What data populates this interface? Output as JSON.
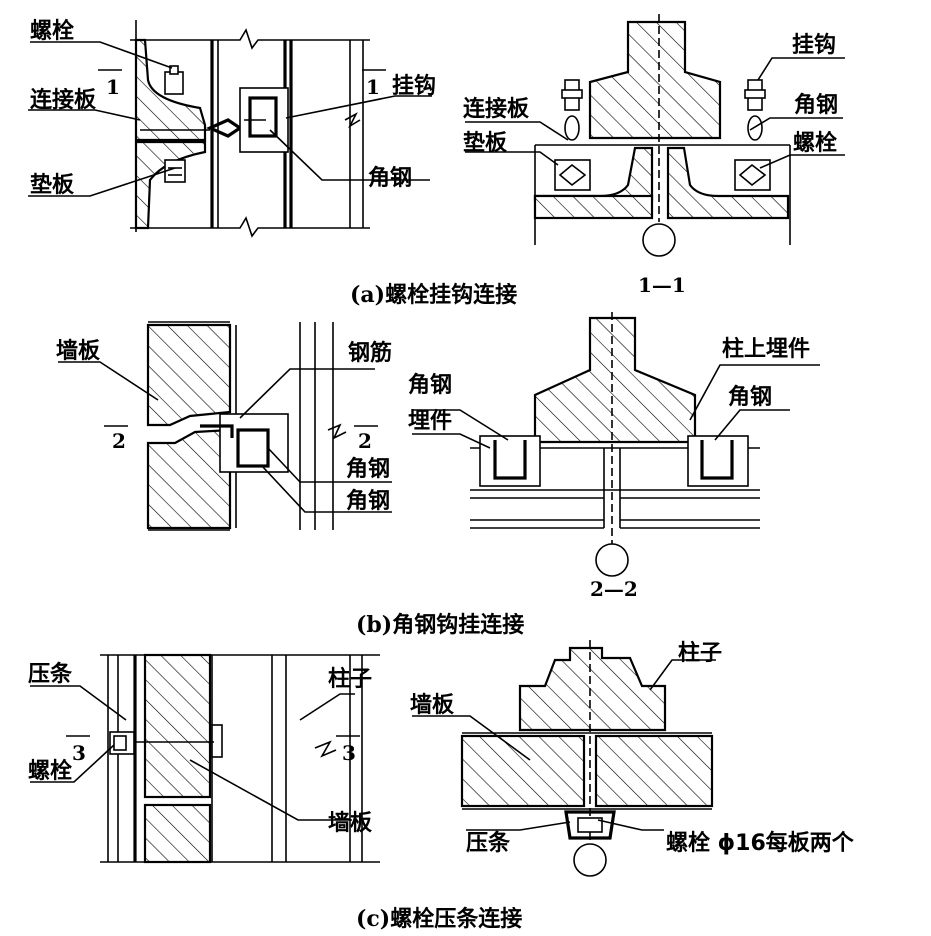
{
  "panel_a": {
    "left": {
      "bolt": "螺栓",
      "connecting_plate": "连接板",
      "pad_plate": "垫板",
      "hook": "挂钩",
      "angle_steel": "角钢",
      "section_mark": "1"
    },
    "right": {
      "hook": "挂钩",
      "connecting_plate": "连接板",
      "angle_steel": "角钢",
      "pad_plate": "垫板",
      "bolt": "螺栓",
      "section_title": "1—1"
    },
    "caption": "(a)螺栓挂钩连接"
  },
  "panel_b": {
    "left": {
      "wall_panel": "墙板",
      "rebar": "钢筋",
      "angle_steel_1": "角钢",
      "angle_steel_2": "角钢",
      "section_mark": "2"
    },
    "right": {
      "angle_steel_left": "角钢",
      "embedded_part": "埋件",
      "column_embedded_part": "柱上埋件",
      "angle_steel_right": "角钢",
      "section_title": "2—2"
    },
    "caption": "(b)角钢钩挂连接"
  },
  "panel_c": {
    "left": {
      "pressing_strip": "压条",
      "bolt": "螺栓",
      "column": "柱子",
      "wall_panel": "墙板",
      "section_mark": "3"
    },
    "right": {
      "column": "柱子",
      "wall_panel": "墙板",
      "pressing_strip": "压条",
      "bolt_note": "螺栓 ϕ16每板两个"
    },
    "caption": "(c)螺栓压条连接"
  }
}
